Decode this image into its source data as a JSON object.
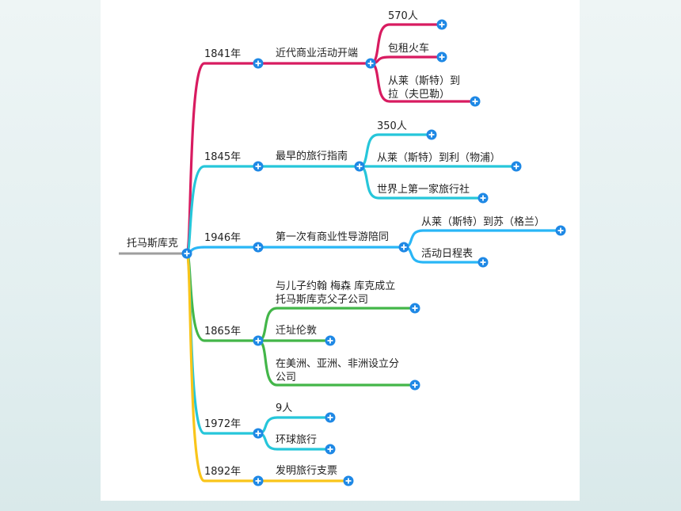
{
  "root": {
    "label": "托马斯库克"
  },
  "branches": [
    {
      "color": "#d81b60",
      "year": "1841年",
      "event": "近代商业活动开端",
      "details": [
        {
          "lines": [
            "570人"
          ]
        },
        {
          "lines": [
            "包租火车"
          ]
        },
        {
          "lines": [
            "从莱（斯特）到",
            "拉（夫巴勒）"
          ]
        }
      ]
    },
    {
      "color": "#26c6da",
      "year": "1845年",
      "event": "最早的旅行指南",
      "details": [
        {
          "lines": [
            "350人"
          ]
        },
        {
          "lines": [
            "从莱（斯特）到利（物浦）"
          ]
        },
        {
          "lines": [
            "世界上第一家旅行社"
          ]
        }
      ]
    },
    {
      "color": "#29b6f6",
      "year": "1946年",
      "event": "第一次有商业性导游陪同",
      "details": [
        {
          "lines": [
            "从莱（斯特）到苏（格兰）"
          ]
        },
        {
          "lines": [
            "活动日程表"
          ]
        }
      ]
    },
    {
      "color": "#43b649",
      "year": "1865年",
      "details": [
        {
          "lines": [
            "与儿子约翰 梅森 库克成立",
            "托马斯库克父子公司"
          ]
        },
        {
          "lines": [
            "迁址伦敦"
          ]
        },
        {
          "lines": [
            "在美洲、亚洲、非洲设立分",
            "公司"
          ]
        }
      ]
    },
    {
      "color": "#26c6da",
      "year": "1972年",
      "details": [
        {
          "lines": [
            "9人"
          ]
        },
        {
          "lines": [
            "环球旅行"
          ]
        }
      ]
    },
    {
      "color": "#f9c51a",
      "year": "1892年",
      "event": "发明旅行支票"
    }
  ],
  "expand_icon": "plus-circle-icon",
  "node_color": "#1e88e5"
}
